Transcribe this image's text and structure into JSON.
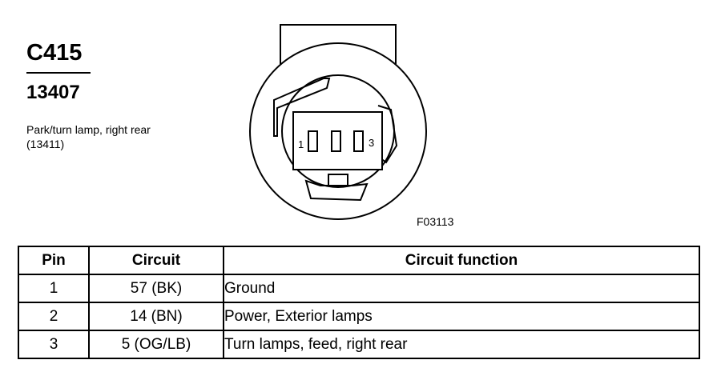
{
  "connector": {
    "id": "C415",
    "part_number": "13407",
    "description": "Park/turn lamp, right rear (13411)",
    "pin_label_left": "1",
    "pin_label_right": "3"
  },
  "figure_code": "F03113",
  "table": {
    "headers": {
      "pin": "Pin",
      "circuit": "Circuit",
      "function": "Circuit function"
    },
    "rows": [
      {
        "pin": "1",
        "circuit": "57 (BK)",
        "function": "Ground"
      },
      {
        "pin": "2",
        "circuit": "14 (BN)",
        "function": "Power, Exterior lamps"
      },
      {
        "pin": "3",
        "circuit": "5 (OG/LB)",
        "function": "Turn lamps, feed, right rear"
      }
    ]
  }
}
